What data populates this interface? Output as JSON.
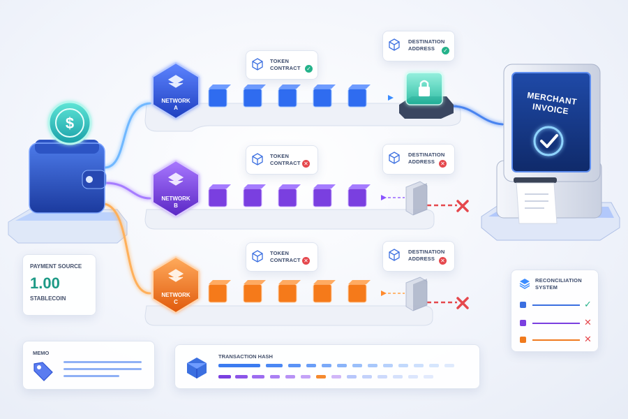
{
  "networks": [
    {
      "label_line1": "NETWORK",
      "label_line2": "A",
      "color": "#2f55d4",
      "token_contract": {
        "line1": "TOKEN",
        "line2": "CONTRACT",
        "status": "ok"
      },
      "destination_address": {
        "line1": "DESTINATION",
        "line2": "ADDRESS",
        "status": "ok"
      }
    },
    {
      "label_line1": "NETWORK",
      "label_line2": "B",
      "color": "#7a3fe0",
      "token_contract": {
        "line1": "TOKEN",
        "line2": "CONTRACT",
        "status": "error"
      },
      "destination_address": {
        "line1": "DESTINATION",
        "line2": "ADDRESS",
        "status": "error"
      }
    },
    {
      "label_line1": "NETWORK",
      "label_line2": "C",
      "color": "#f07a1e",
      "token_contract": {
        "line1": "TOKEN",
        "line2": "CONTRACT",
        "status": "error"
      },
      "destination_address": {
        "line1": "DESTINATION",
        "line2": "ADDRESS",
        "status": "error"
      }
    }
  ],
  "payment_source": {
    "title": "PAYMENT SOURCE",
    "amount": "1.00",
    "currency": "STABLECOIN"
  },
  "merchant_invoice": {
    "line1": "MERCHANT",
    "line2": "INVOICE"
  },
  "reconciliation": {
    "line1": "RECONCILIATION",
    "line2": "SYSTEM",
    "rows": [
      {
        "color": "#3b6fe0",
        "status": "ok"
      },
      {
        "color": "#7a3fe0",
        "status": "error"
      },
      {
        "color": "#f07a1e",
        "status": "error"
      }
    ]
  },
  "memo": {
    "title": "MEMO"
  },
  "transaction_hash": {
    "title": "TRANSACTION HASH"
  },
  "icons": {
    "wallet": "wallet-icon",
    "coin": "dollar-coin-icon",
    "lock": "lock-icon",
    "cube": "cube-icon",
    "tag": "tag-icon",
    "layers": "layers-icon"
  },
  "colors": {
    "ok": "#24b28a",
    "error": "#e5484d",
    "accent": "#1d9a86"
  }
}
